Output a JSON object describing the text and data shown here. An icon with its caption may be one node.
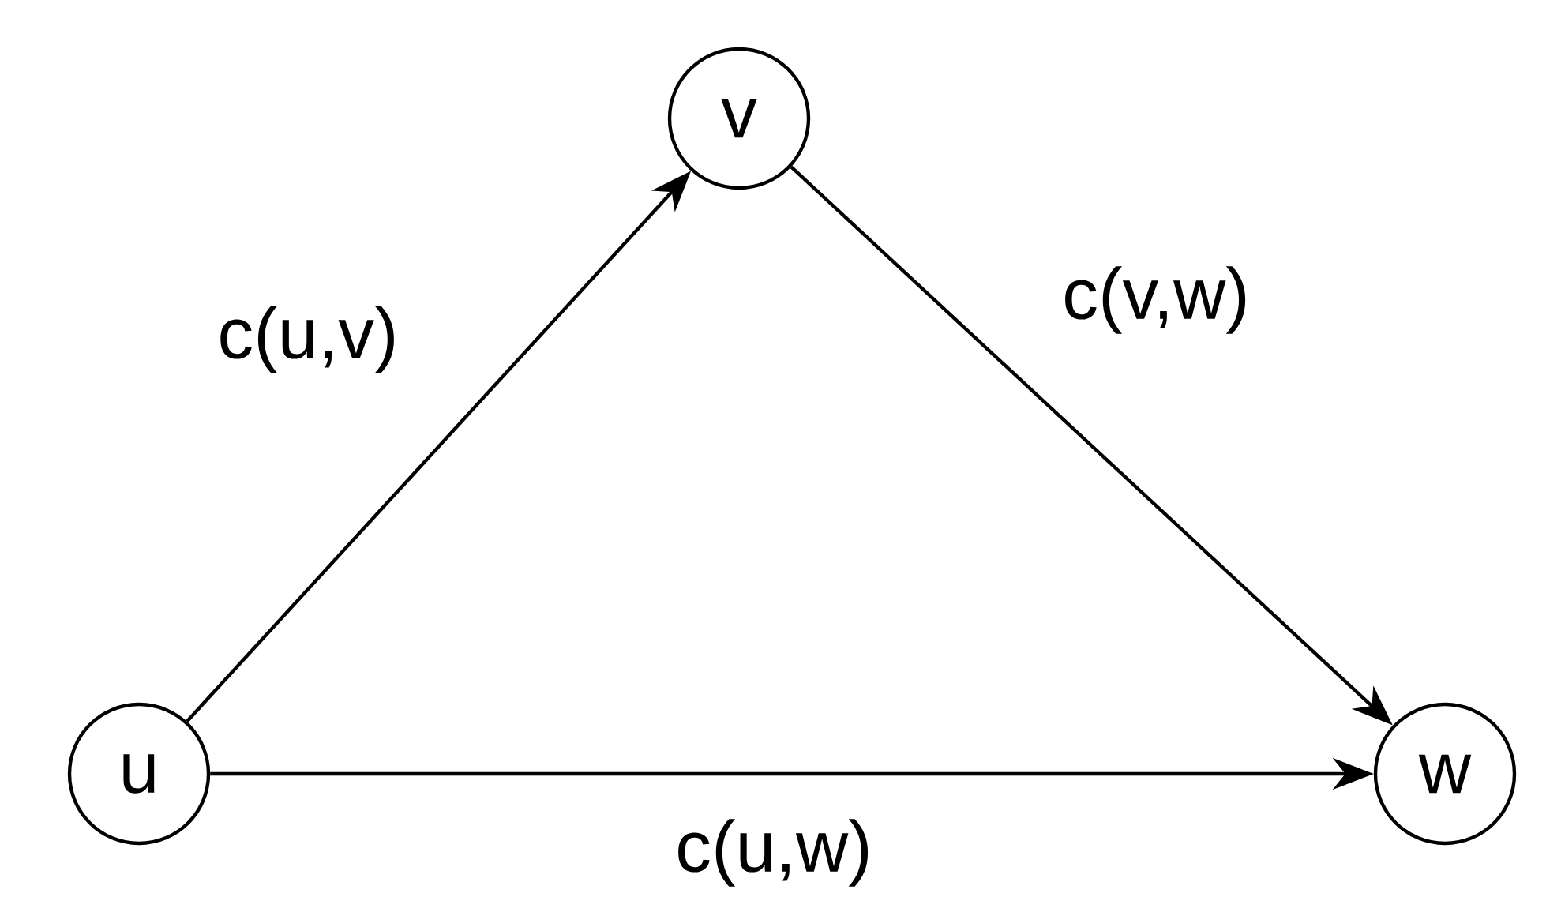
{
  "diagram": {
    "nodes": [
      {
        "text": [
          "v"
        ]
      },
      {
        "text": [
          "u"
        ]
      },
      {
        "text": [
          "w"
        ]
      }
    ],
    "edges": [
      {
        "from": 1,
        "to": 0,
        "arrow": "to",
        "label": "c(u,v)"
      },
      {
        "from": 0,
        "to": 2,
        "arrow": "to",
        "label": "c(v,w)"
      },
      {
        "from": 1,
        "to": 2,
        "arrow": "to",
        "label": "c(u,w)"
      }
    ]
  }
}
